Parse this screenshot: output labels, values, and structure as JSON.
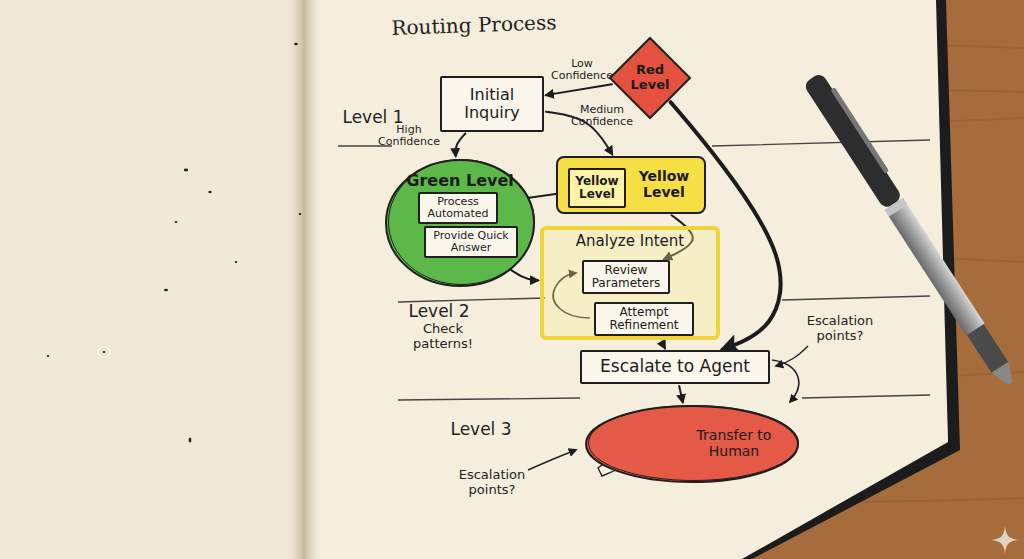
{
  "diagram": {
    "title": "Routing Process",
    "nodes": [
      {
        "text": [
          "Initial Inquiry"
        ]
      },
      {
        "text": [
          "Red Level"
        ]
      },
      {
        "text": [
          "Green Level"
        ]
      },
      {
        "text": [
          "Process Automated"
        ],
        "in": 2
      },
      {
        "text": [
          "Provide Quick Answer"
        ],
        "in": 2
      },
      {
        "text": [
          "Yellow Level"
        ]
      },
      {
        "text": [
          "Yellow Level"
        ],
        "in": 5
      },
      {
        "text": [
          "Analyze Intent"
        ]
      },
      {
        "text": [
          "Review Parameters"
        ],
        "in": 7
      },
      {
        "text": [
          "Attempt Refinement"
        ],
        "in": 7
      },
      {
        "text": [
          "Escalate to Agent"
        ]
      },
      {
        "text": [
          "Transfer to Human"
        ]
      }
    ],
    "edges": [
      {
        "from": 1,
        "to": 0,
        "label": "Low Confidence",
        "arrow": "to"
      },
      {
        "from": 0,
        "to": 2,
        "label": "High Confidence",
        "arrow": "to"
      },
      {
        "from": 0,
        "to": 5,
        "label": "Medium Confidence",
        "arrow": "to"
      },
      {
        "from": 3,
        "to": 6,
        "arrow": "both"
      },
      {
        "from": 4,
        "to": 7,
        "arrow": "to"
      },
      {
        "from": 5,
        "to": 8,
        "arrow": "to"
      },
      {
        "from": 7,
        "to": 10,
        "arrow": "to"
      },
      {
        "from": 1,
        "to": 10,
        "arrow": "to"
      },
      {
        "from": 10,
        "to": 11,
        "arrow": "to"
      }
    ],
    "labels": [
      "Level 1",
      "Level 2",
      "Level 3",
      "Check patterns!",
      "Escalation points?",
      "Escalation points?"
    ]
  }
}
